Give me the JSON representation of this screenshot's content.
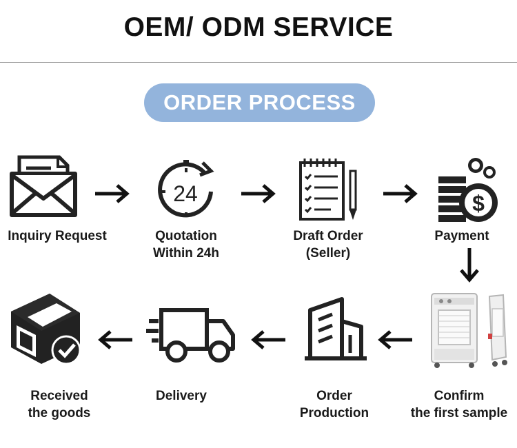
{
  "header": {
    "title": "OEM/ ODM SERVICE"
  },
  "badge": {
    "label": "ORDER PROCESS"
  },
  "steps": [
    {
      "line1": "Inquiry Request",
      "line2": "",
      "icon": "envelope-icon"
    },
    {
      "line1": "Quotation",
      "line2": "Within 24h",
      "icon": "clock-24-icon"
    },
    {
      "line1": "Draft Order",
      "line2": "(Seller)",
      "icon": "notepad-pen-icon"
    },
    {
      "line1": "Payment",
      "line2": "",
      "icon": "coins-dollar-icon"
    },
    {
      "line1": "Confirm",
      "line2": "the first sample",
      "icon": "heater-sample-photo"
    },
    {
      "line1": "Order",
      "line2": "Production",
      "icon": "factory-building-icon"
    },
    {
      "line1": "Delivery",
      "line2": "",
      "icon": "truck-icon"
    },
    {
      "line1": "Received",
      "line2": "the goods",
      "icon": "box-checkmark-icon"
    }
  ],
  "clock_text": "24",
  "colors": {
    "badge": "#93b4dc",
    "ink": "#1a1a1a"
  }
}
